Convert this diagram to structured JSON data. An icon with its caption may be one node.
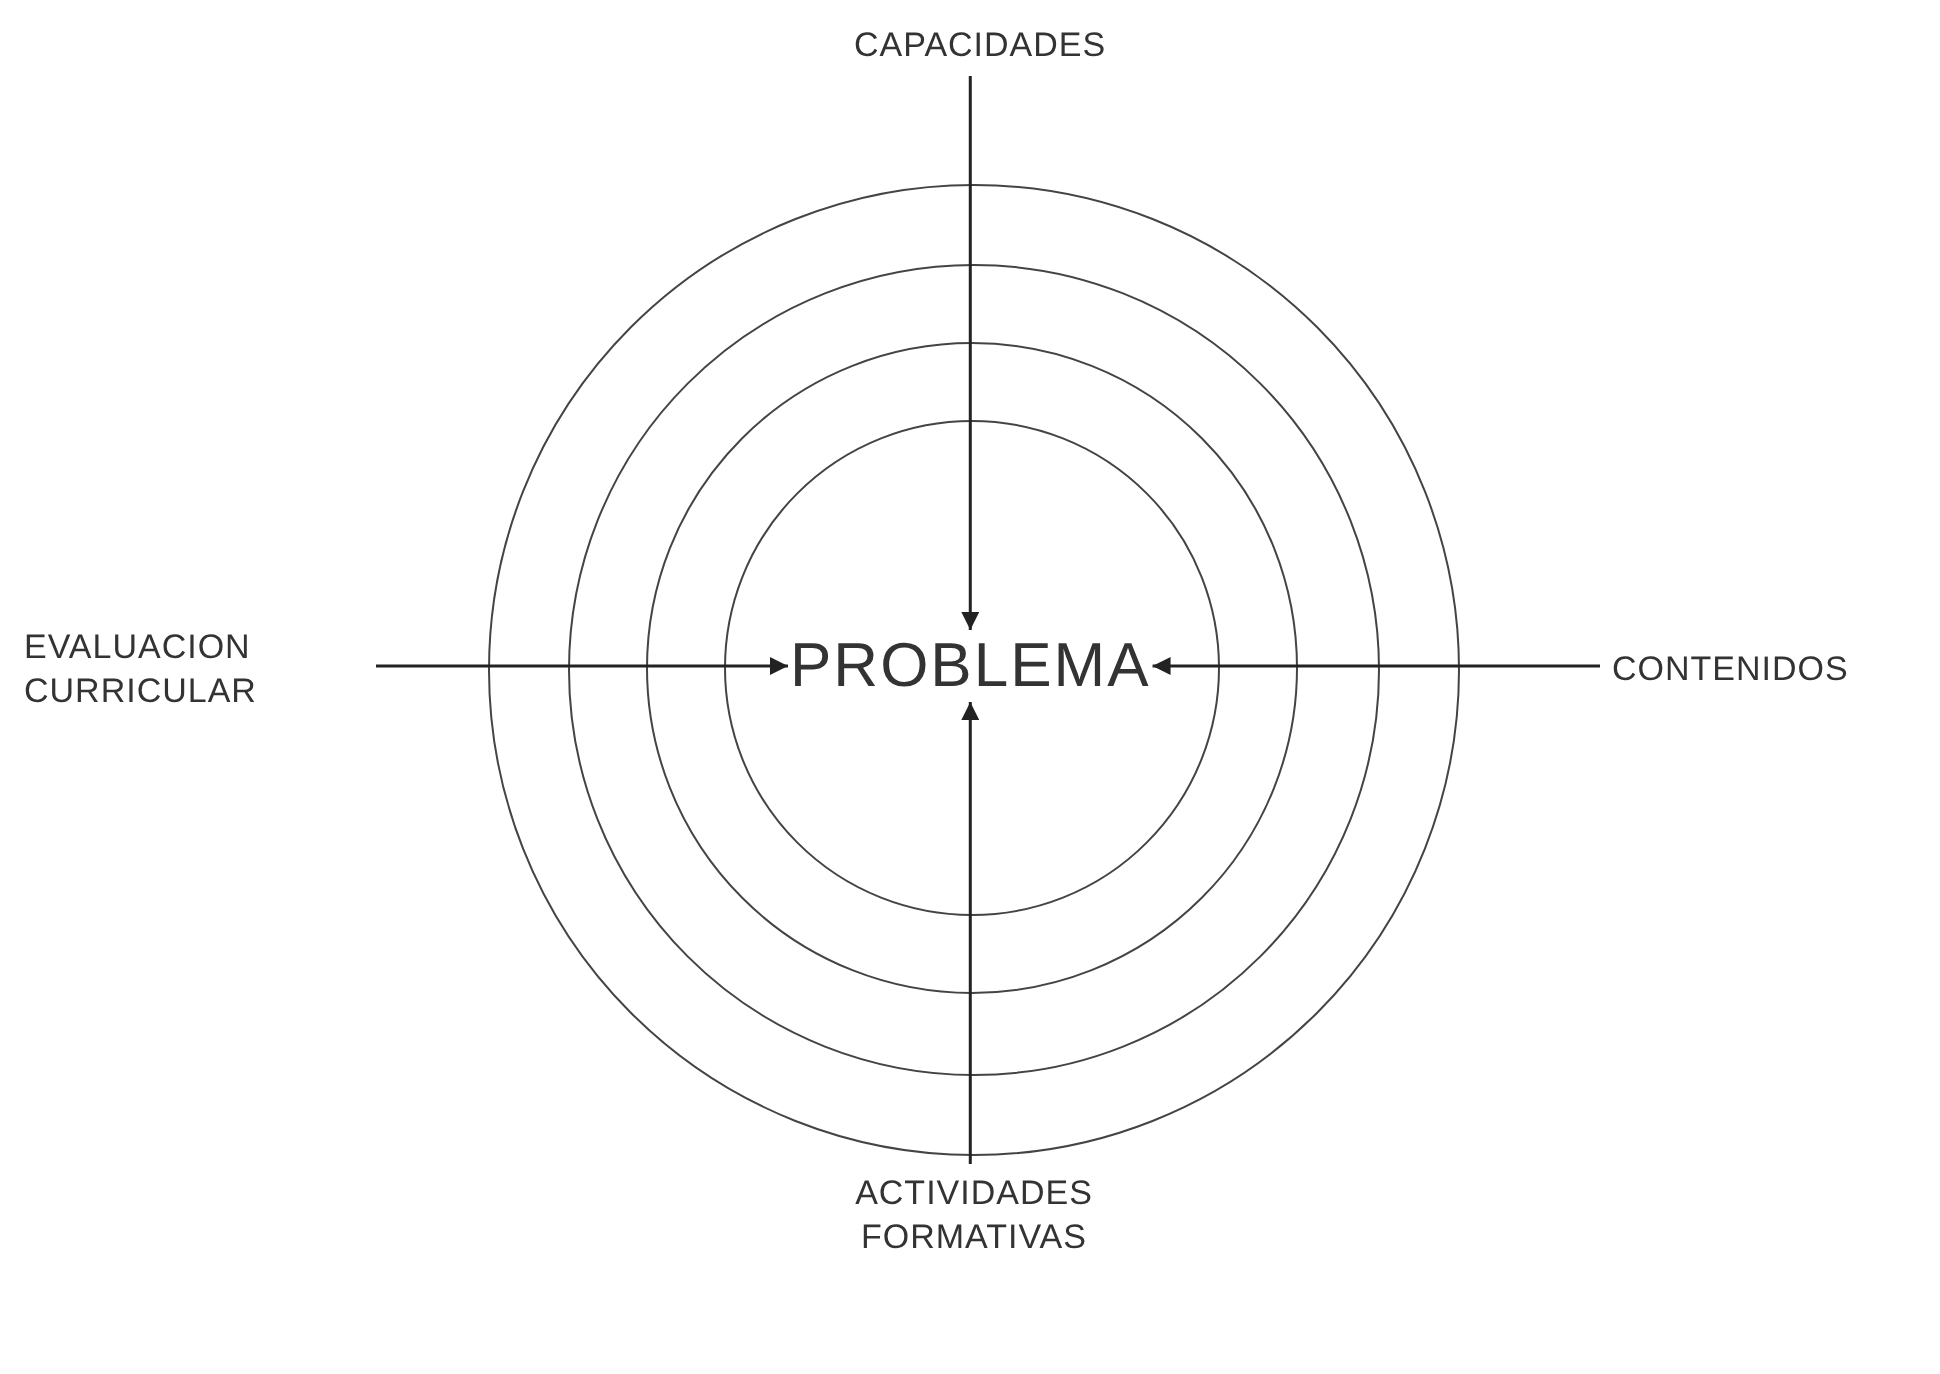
{
  "diagram": {
    "nodes": [
      {
        "text": [],
        "shape": "circle"
      },
      {
        "text": [],
        "shape": "circle",
        "in": 0
      },
      {
        "text": [],
        "shape": "circle",
        "in": 1
      },
      {
        "text": [],
        "shape": "circle",
        "in": 2
      },
      {
        "text": [
          "PROBLEMA"
        ],
        "in": 3
      },
      {
        "text": [
          "CAPACIDADES"
        ]
      },
      {
        "text": [
          "EVALUACION CURRICULAR"
        ]
      },
      {
        "text": [
          "CONTENIDOS"
        ]
      },
      {
        "text": [
          "ACTIVIDADES FORMATIVAS"
        ]
      }
    ],
    "edges": [
      {
        "from": 5,
        "to": 4,
        "arrow": "to"
      },
      {
        "from": 6,
        "to": 4,
        "arrow": "to"
      },
      {
        "from": 7,
        "to": 4,
        "arrow": "to"
      },
      {
        "from": 8,
        "to": 4,
        "arrow": "to"
      }
    ]
  }
}
